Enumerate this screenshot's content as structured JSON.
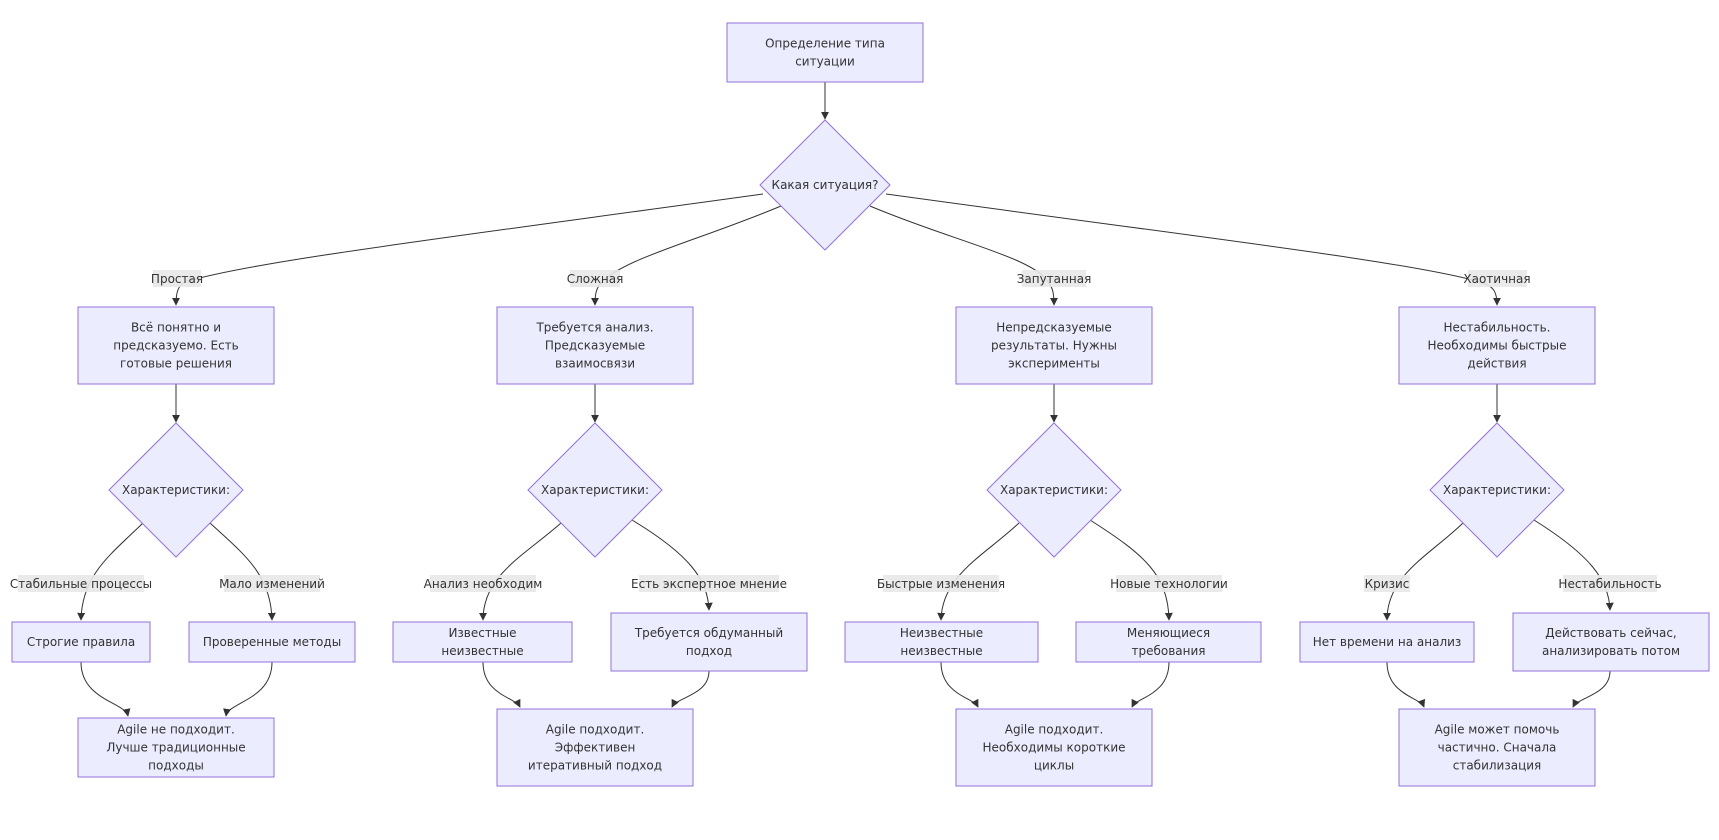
{
  "nodes": {
    "start": "Определение типа ситуации",
    "q_situation": "Какая ситуация?",
    "simple": "Всё понятно и предсказуемо. Есть готовые решения",
    "complicated": "Требуется анализ. Предсказуемые взаимосвязи",
    "complex": "Непредсказуемые результаты. Нужны эксперименты",
    "chaotic": "Нестабильность. Необходимы быстрые действия",
    "char_simple": "Характеристики:",
    "char_complicated": "Характеристики:",
    "char_complex": "Характеристики:",
    "char_chaotic": "Характеристики:",
    "strict_rules": "Строгие правила",
    "proven_methods": "Проверенные методы",
    "known_unknowns": "Известные неизвестные",
    "considered_approach": "Требуется обдуманный подход",
    "unknown_unknowns": "Неизвестные неизвестные",
    "changing_requirements": "Меняющиеся требования",
    "no_time": "Нет времени на анализ",
    "act_now": "Действовать сейчас, анализировать потом",
    "res_simple": "Agile не подходит. Лучше традиционные подходы",
    "res_complicated": "Agile подходит. Эффективен итеративный подход",
    "res_complex": "Agile подходит. Необходимы короткие циклы",
    "res_chaotic": "Agile может помочь частично. Сначала стабилизация"
  },
  "edge_labels": {
    "simple": "Простая",
    "complicated": "Сложная",
    "complex": "Запутанная",
    "chaotic": "Хаотичная",
    "stable_processes": "Стабильные процессы",
    "few_changes": "Мало изменений",
    "analysis_needed": "Анализ необходим",
    "expert_opinion": "Есть экспертное мнение",
    "rapid_changes": "Быстрые изменения",
    "new_tech": "Новые технологии",
    "crisis": "Кризис",
    "instability": "Нестабильность"
  }
}
